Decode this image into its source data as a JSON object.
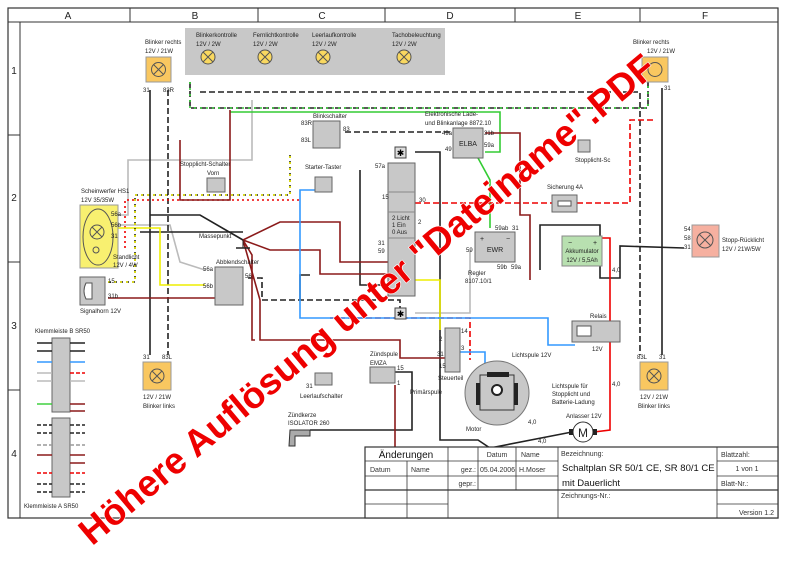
{
  "frame": {
    "columns": [
      "A",
      "B",
      "C",
      "D",
      "E",
      "F"
    ],
    "rows": [
      "1",
      "2",
      "3",
      "4"
    ]
  },
  "components": {
    "blinker_rechts_left": {
      "name": "Blinker rechts",
      "rating": "12V / 21W",
      "pin_a": "31",
      "pin_b": "83R"
    },
    "blinker_rechts_right": {
      "name": "Blinker rechts",
      "rating": "12V / 21W",
      "pin_a": "31"
    },
    "blinker_links_left": {
      "name": "Blinker links",
      "rating": "12V / 21W",
      "pin_a": "31",
      "pin_b": "83L"
    },
    "blinker_links_right": {
      "name": "Blinker links",
      "rating": "12V / 21W",
      "pin_a": "83L",
      "pin_b": "31"
    },
    "indicator_lamps": [
      {
        "name": "Blinkerkontrolle",
        "rating": "12V / 2W"
      },
      {
        "name": "Fernlichtkontrolle",
        "rating": "12V / 2W"
      },
      {
        "name": "Leerlaufkontrolle",
        "rating": "12V / 2W"
      },
      {
        "name": "Tachobeleuchtung",
        "rating": "12V / 2W"
      }
    ],
    "scheinwerfer": {
      "name": "Scheinwerfer HS1",
      "rating": "12V 35/35W",
      "pins": [
        "56a",
        "56b",
        "31"
      ],
      "standlicht_1": "Standlicht",
      "standlicht_2": "12V / 4W"
    },
    "signalhorn": {
      "name": "Signalhorn 12V",
      "pins": [
        "15",
        "31b"
      ]
    },
    "stopplicht_vorn": {
      "name": "Stopplicht-Schalter",
      "sub": "Vorn"
    },
    "massepunkt": {
      "name": "Massepunkt"
    },
    "abblendschalter": {
      "name": "Abblendschalter",
      "pins": [
        "56a",
        "56b",
        "56"
      ]
    },
    "blinkschalter": {
      "name": "Blinkschalter",
      "pins": [
        "83R",
        "83L",
        "83"
      ]
    },
    "starter_taster": {
      "name": "Starter-Taster"
    },
    "zuendschloss": {
      "pins": [
        "57a",
        "15",
        "30",
        "31",
        "2",
        "59"
      ],
      "pos_2": "2 Licht",
      "pos_1": "1 Ein",
      "pos_0": "0 Aus"
    },
    "elba": {
      "label": "ELBA",
      "title_1": "Elektronische Lade-",
      "title_2": "und Blinkanlage 8872.10",
      "pins": [
        "49a",
        "49",
        "31b",
        "59a"
      ]
    },
    "stopplicht_hinten": {
      "name": "Stopplicht-Sc"
    },
    "sicherung": {
      "name": "Sicherung 4A"
    },
    "ewr": {
      "label": "EWR",
      "name_1": "Regler",
      "name_2": "8107.10/1",
      "pins": [
        "59ab",
        "31",
        "59",
        "59b",
        "59a"
      ],
      "plus": "+",
      "minus": "−"
    },
    "akkumulator": {
      "name": "Akkumulator",
      "rating": "12V / 5,5Ah",
      "minus": "−",
      "plus": "+"
    },
    "stopp_ruecklicht": {
      "name": "Stopp-Rücklicht",
      "rating": "12V / 21W/5W",
      "pins": [
        "54",
        "58",
        "31"
      ]
    },
    "relais": {
      "name": "Relais",
      "rating": "12V"
    },
    "steuerteil": {
      "name": "Steuerteil",
      "pins": [
        "14",
        "2",
        "31",
        "3",
        "15"
      ]
    },
    "motor": {
      "name": "Motor",
      "primaerspule": "Primärspule",
      "lichtspule": "Lichtspule 12V",
      "lichtspule2_1": "Lichtspule für",
      "lichtspule2_2": "Stopplicht und",
      "lichtspule2_3": "Batterie-Ladung"
    },
    "anlasser": {
      "name": "Anlasser 12V",
      "symbol": "M"
    },
    "zuendspule": {
      "name": "Zündspule",
      "type": "EMZA",
      "pins": [
        "15",
        "1"
      ]
    },
    "leerlaufschalter": {
      "name": "Leerlaufschalter",
      "pin": "31"
    },
    "zuendkerze": {
      "name": "Zündkerze",
      "type": "ISOLATOR 260"
    },
    "klemmleiste_b": {
      "name": "Klemmleiste B SR50"
    },
    "klemmleiste_a": {
      "name": "Klemmleiste A SR50"
    },
    "wire_sizes": [
      "4,0",
      "4,0",
      "4,0",
      "4,0"
    ]
  },
  "title_block": {
    "aenderungen": "Änderungen",
    "datum": "Datum",
    "name": "Name",
    "gez": "gez.:",
    "gepr": "gepr.:",
    "gez_datum": "05.04.2006",
    "gez_name": "H.Moser",
    "bezeichnung_label": "Bezeichnung:",
    "bezeichnung_1": "Schaltplan SR 50/1 CE, SR 80/1 CE",
    "bezeichnung_2": "mit Dauerlicht",
    "zeichnungs_nr": "Zeichnungs-Nr.:",
    "blattzahl_label": "Blattzahl:",
    "blattzahl": "1 von 1",
    "blatt_nr": "Blatt-Nr.:",
    "version": "Version 1.2"
  },
  "watermark": "Höhere Auflösung unter \"Dateiname\".PDF",
  "colors": {
    "lamp": "#f9c760",
    "component": "#c8c8c8",
    "battery": "#b8e0b0",
    "tail_light": "#f6b0a0",
    "headlight": "#f8f070",
    "watermark": "#ee0000"
  }
}
